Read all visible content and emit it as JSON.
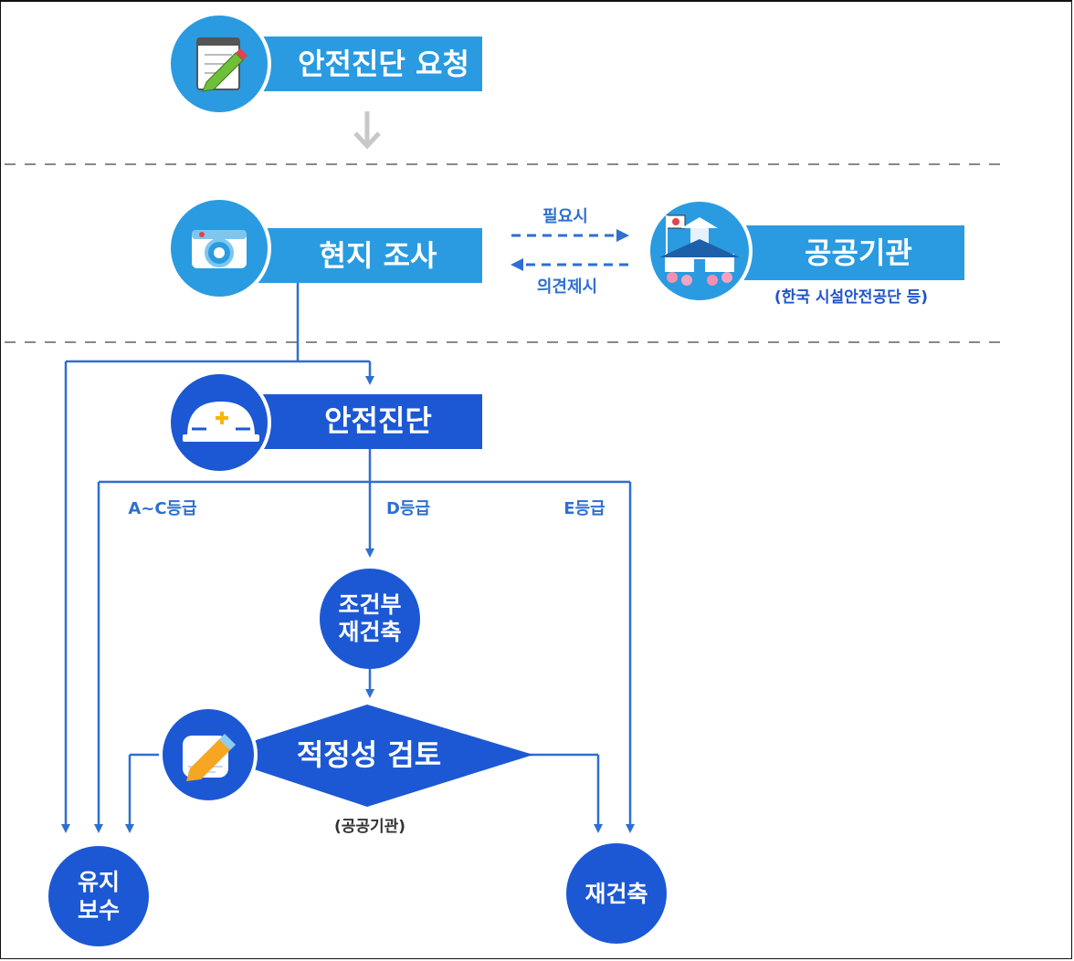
{
  "steps": {
    "request": "안전진단 요청",
    "survey": "현지 조사",
    "public_agency": "공공기관",
    "public_agency_note": "(한국 시설안전공단 등)",
    "diagnosis": "안전진단",
    "conditional_lines": [
      "조건부",
      "재건축"
    ],
    "review": "적정성 검토",
    "review_note": "(공공기관)",
    "maintenance_lines": [
      "유지",
      "보수"
    ],
    "rebuild": "재건축"
  },
  "edges": {
    "when_needed": "필요시",
    "opinion": "의견제시",
    "grade_ac": "A~C등급",
    "grade_d": "D등급",
    "grade_e": "E등급"
  },
  "icons": {
    "request": "document-pencil-icon",
    "survey": "camera-icon",
    "public_agency": "government-building-icon",
    "diagnosis": "helmet-medical-icon",
    "review": "pencil-notepad-icon"
  },
  "colors": {
    "light_blue": "#2a9be0",
    "dark_blue": "#1c58d4",
    "arrow_blue": "#2f6fd0",
    "gray_arrow": "#c8c8c8",
    "divider": "#888888"
  }
}
